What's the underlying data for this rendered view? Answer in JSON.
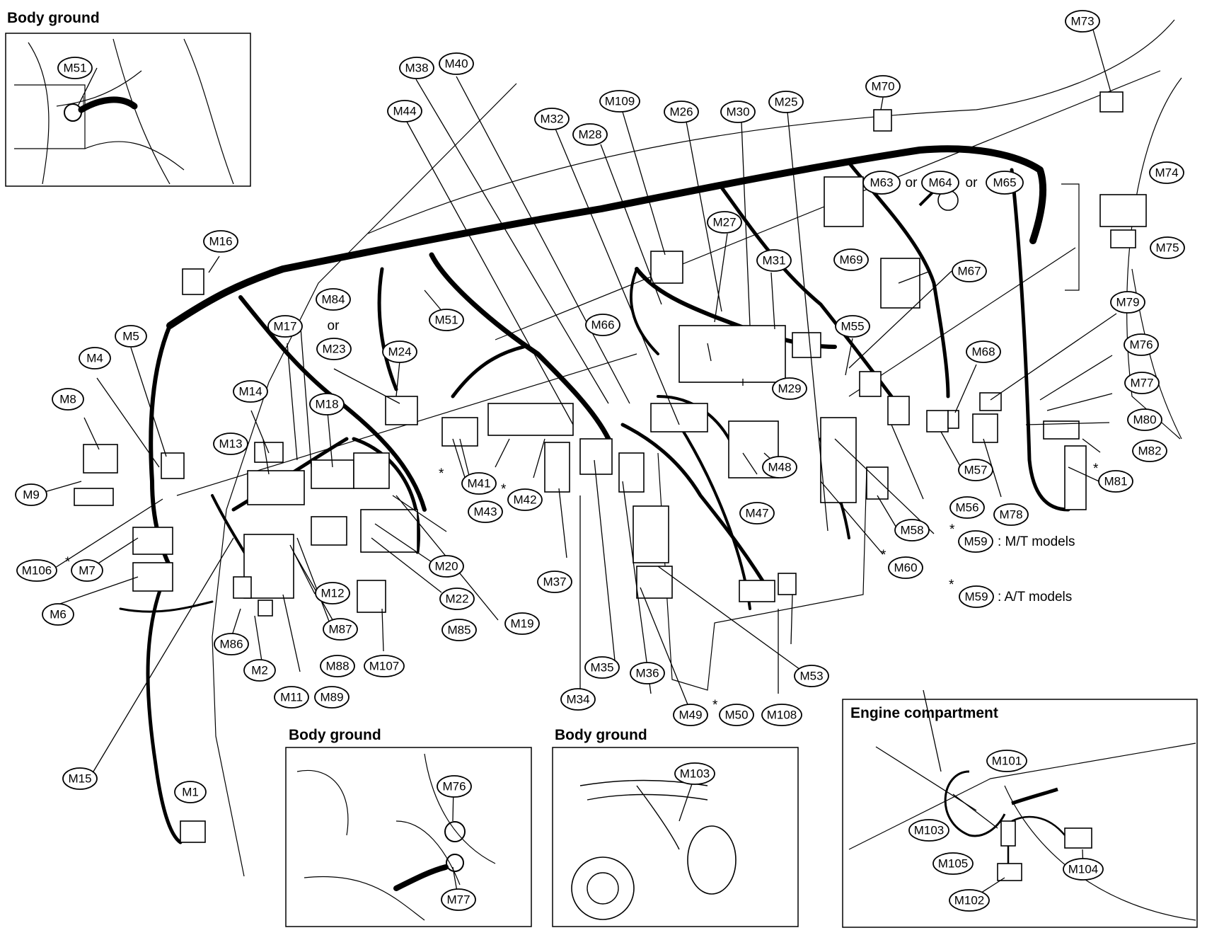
{
  "panels": {
    "body_ground_top": "Body ground",
    "body_ground_mid": "Body ground",
    "body_ground_right": "Body ground",
    "engine_compartment": "Engine compartment"
  },
  "connectors": [
    "M51",
    "M73",
    "M38",
    "M40",
    "M70",
    "M44",
    "M32",
    "M109",
    "M26",
    "M30",
    "M25",
    "M28",
    "M63",
    "M64",
    "M65",
    "M74",
    "M75",
    "M16",
    "M27",
    "M31",
    "M69",
    "M67",
    "M84",
    "M23",
    "M17",
    "M24",
    "M5",
    "M4",
    "M8",
    "M9",
    "M14",
    "M18",
    "M13",
    "M41",
    "M43",
    "M42",
    "M66",
    "M55",
    "M68",
    "M79",
    "M76",
    "M77",
    "M80",
    "M82",
    "M81",
    "M29",
    "M48",
    "M47",
    "M57",
    "M56",
    "M78",
    "M58",
    "M59",
    "M60",
    "M106",
    "M7",
    "M6",
    "M12",
    "M20",
    "M22",
    "M19",
    "M85",
    "M37",
    "M35",
    "M36",
    "M34",
    "M49",
    "M50",
    "M108",
    "M53",
    "M86",
    "M87",
    "M2",
    "M88",
    "M107",
    "M11",
    "M89",
    "M15",
    "M1",
    "M76",
    "M77",
    "M103",
    "M101",
    "M103",
    "M105",
    "M104",
    "M102"
  ],
  "text_labels": {
    "or_1": "or",
    "or_2": "or",
    "or_3": "or",
    "mt_models": ": M/T models",
    "at_models": ": A/T models",
    "asterisk": "*"
  }
}
